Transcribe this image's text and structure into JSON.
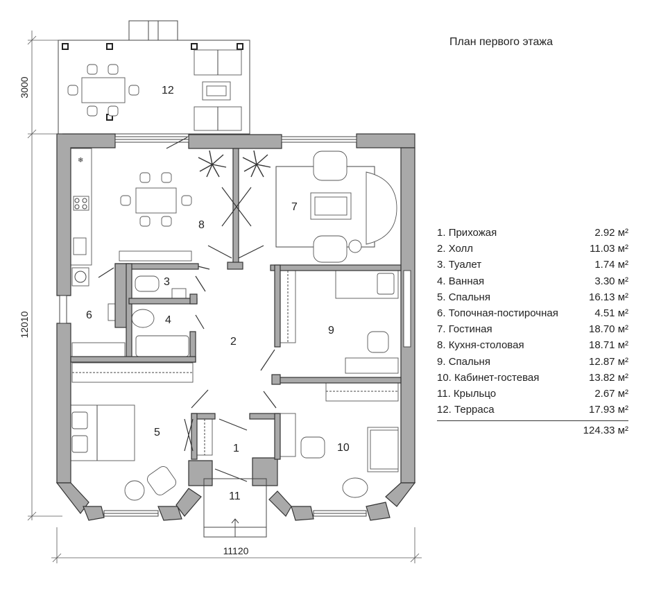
{
  "title": "План первого этажа",
  "rooms": [
    {
      "num": "1.",
      "name": "Прихожая",
      "area": "2.92 м²"
    },
    {
      "num": "2.",
      "name": "Холл",
      "area": "11.03 м²"
    },
    {
      "num": "3.",
      "name": "Туалет",
      "area": "1.74 м²"
    },
    {
      "num": "4.",
      "name": "Ванная",
      "area": "3.30 м²"
    },
    {
      "num": "5.",
      "name": "Спальня",
      "area": "16.13 м²"
    },
    {
      "num": "6.",
      "name": "Топочная-постирочная",
      "area": "4.51 м²"
    },
    {
      "num": "7.",
      "name": "Гостиная",
      "area": "18.70 м²"
    },
    {
      "num": "8.",
      "name": "Кухня-столовая",
      "area": "18.71 м²"
    },
    {
      "num": "9.",
      "name": "Спальня",
      "area": "12.87 м²"
    },
    {
      "num": "10.",
      "name": "Кабинет-гостевая",
      "area": "13.82 м²"
    },
    {
      "num": "11.",
      "name": "Крыльцо",
      "area": "2.67 м²"
    },
    {
      "num": "12.",
      "name": "Терраса",
      "area": "17.93 м²"
    }
  ],
  "total": "124.33 м²",
  "plan_labels": [
    "1",
    "2",
    "3",
    "4",
    "5",
    "6",
    "7",
    "8",
    "9",
    "10",
    "11",
    "12"
  ],
  "dimensions": {
    "terrace_depth": "3000",
    "house_depth": "12010",
    "house_width": "11120"
  }
}
